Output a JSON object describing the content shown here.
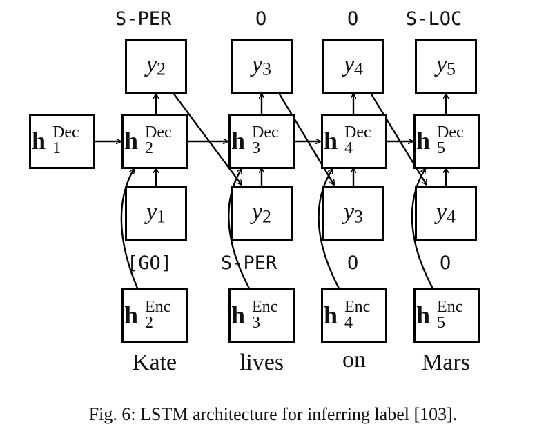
{
  "diagram": {
    "output_labels": [
      "S-PER",
      "O",
      "O",
      "S-LOC"
    ],
    "output_vars": [
      {
        "letter": "y",
        "index": "2"
      },
      {
        "letter": "y",
        "index": "3"
      },
      {
        "letter": "y",
        "index": "4"
      },
      {
        "letter": "y",
        "index": "5"
      }
    ],
    "decoder_states": [
      {
        "letter": "h",
        "sup": "Dec",
        "sub": "1"
      },
      {
        "letter": "h",
        "sup": "Dec",
        "sub": "2"
      },
      {
        "letter": "h",
        "sup": "Dec",
        "sub": "3"
      },
      {
        "letter": "h",
        "sup": "Dec",
        "sub": "4"
      },
      {
        "letter": "h",
        "sup": "Dec",
        "sub": "5"
      }
    ],
    "input_vars": [
      {
        "letter": "y",
        "index": "1"
      },
      {
        "letter": "y",
        "index": "2"
      },
      {
        "letter": "y",
        "index": "3"
      },
      {
        "letter": "y",
        "index": "4"
      }
    ],
    "input_labels": [
      "[GO]",
      "S-PER",
      "O",
      "O"
    ],
    "encoder_states": [
      {
        "letter": "h",
        "sup": "Enc",
        "sub": "2"
      },
      {
        "letter": "h",
        "sup": "Enc",
        "sub": "3"
      },
      {
        "letter": "h",
        "sup": "Enc",
        "sub": "4"
      },
      {
        "letter": "h",
        "sup": "Enc",
        "sub": "5"
      }
    ],
    "words": [
      "Kate",
      "lives",
      "on",
      "Mars"
    ]
  },
  "caption": "Fig. 6: LSTM architecture for inferring label [103]."
}
